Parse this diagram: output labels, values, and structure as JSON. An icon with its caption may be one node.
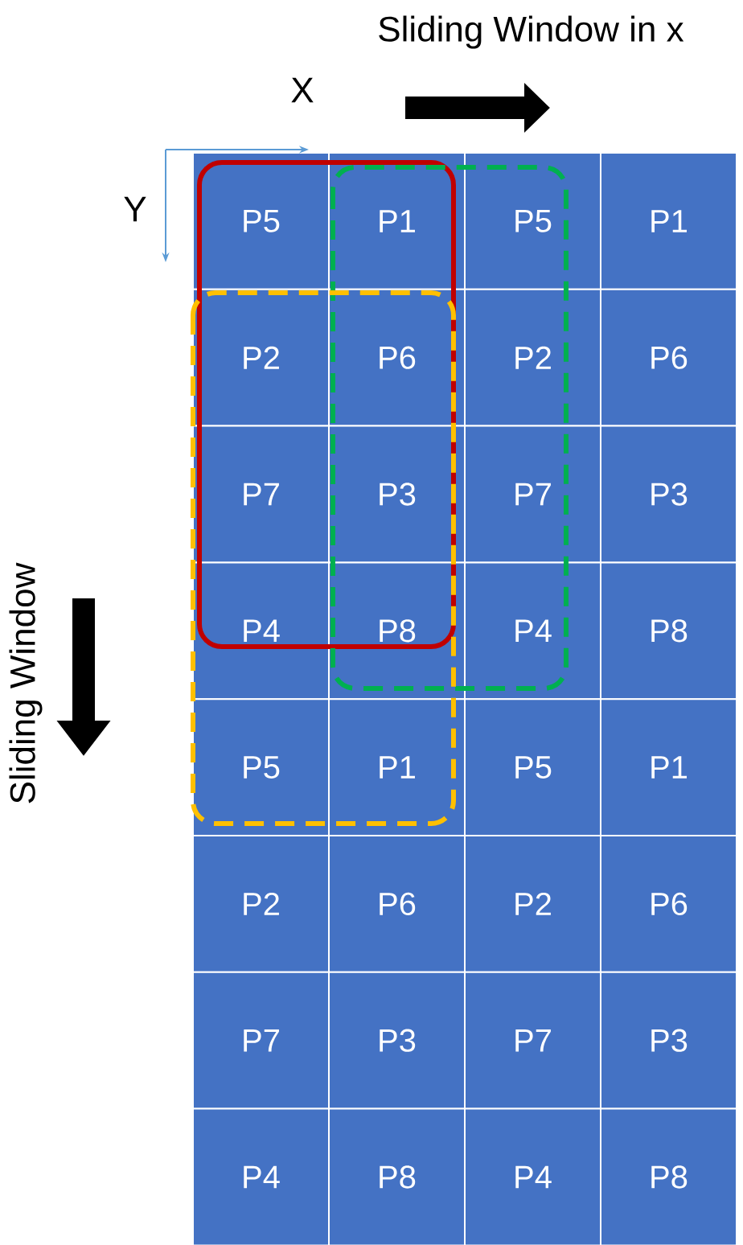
{
  "diagram": {
    "nodes": [
      {
        "text": [
          "P5"
        ]
      },
      {
        "text": [
          "P1"
        ]
      },
      {
        "text": [
          "P5"
        ]
      },
      {
        "text": [
          "P1"
        ]
      },
      {
        "text": [
          "P2"
        ]
      },
      {
        "text": [
          "P6"
        ]
      },
      {
        "text": [
          "P2"
        ]
      },
      {
        "text": [
          "P6"
        ]
      },
      {
        "text": [
          "P7"
        ]
      },
      {
        "text": [
          "P3"
        ]
      },
      {
        "text": [
          "P7"
        ]
      },
      {
        "text": [
          "P3"
        ]
      },
      {
        "text": [
          "P4"
        ]
      },
      {
        "text": [
          "P8"
        ]
      },
      {
        "text": [
          "P4"
        ]
      },
      {
        "text": [
          "P8"
        ]
      },
      {
        "text": [
          "P5"
        ]
      },
      {
        "text": [
          "P1"
        ]
      },
      {
        "text": [
          "P5"
        ]
      },
      {
        "text": [
          "P1"
        ]
      },
      {
        "text": [
          "P2"
        ]
      },
      {
        "text": [
          "P6"
        ]
      },
      {
        "text": [
          "P2"
        ]
      },
      {
        "text": [
          "P6"
        ]
      },
      {
        "text": [
          "P7"
        ]
      },
      {
        "text": [
          "P3"
        ]
      },
      {
        "text": [
          "P7"
        ]
      },
      {
        "text": [
          "P3"
        ]
      },
      {
        "text": [
          "P4"
        ]
      },
      {
        "text": [
          "P8"
        ]
      },
      {
        "text": [
          "P4"
        ]
      },
      {
        "text": [
          "P8"
        ]
      }
    ],
    "labels": [
      "Sliding Window in x",
      "X",
      "Y",
      "Sliding Window"
    ]
  }
}
